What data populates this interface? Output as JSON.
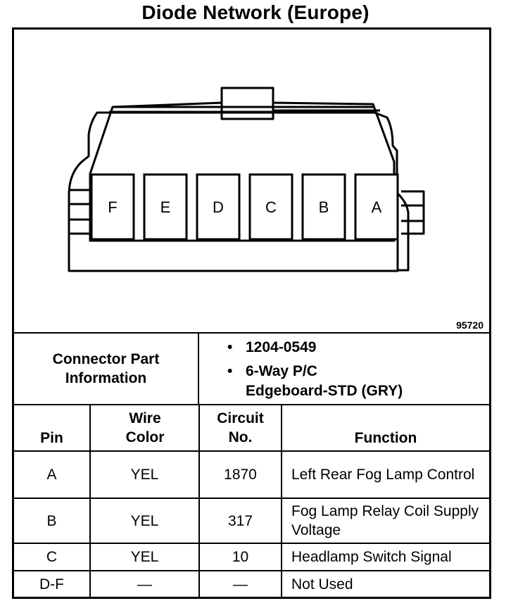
{
  "title": "Diode Network (Europe)",
  "figure_number": "95720",
  "connector": {
    "pins": [
      "F",
      "E",
      "D",
      "C",
      "B",
      "A"
    ]
  },
  "part_info": {
    "label": "Connector Part Information",
    "items": [
      "1204-0549",
      "6-Way P/C\nEdgeboard-STD (GRY)"
    ],
    "bullet": "•"
  },
  "table": {
    "headers": {
      "pin": "Pin",
      "wire_color": "Wire Color",
      "circuit": "Circuit No.",
      "function": "Function"
    },
    "rows": [
      {
        "pin": "A",
        "wire_color": "YEL",
        "circuit": "1870",
        "function": "Left Rear Fog Lamp Control"
      },
      {
        "pin": "B",
        "wire_color": "YEL",
        "circuit": "317",
        "function": "Fog Lamp Relay Coil Supply Voltage"
      },
      {
        "pin": "C",
        "wire_color": "YEL",
        "circuit": "10",
        "function": "Headlamp Switch Signal"
      },
      {
        "pin": "D-F",
        "wire_color": "—",
        "circuit": "—",
        "function": "Not Used"
      }
    ]
  }
}
